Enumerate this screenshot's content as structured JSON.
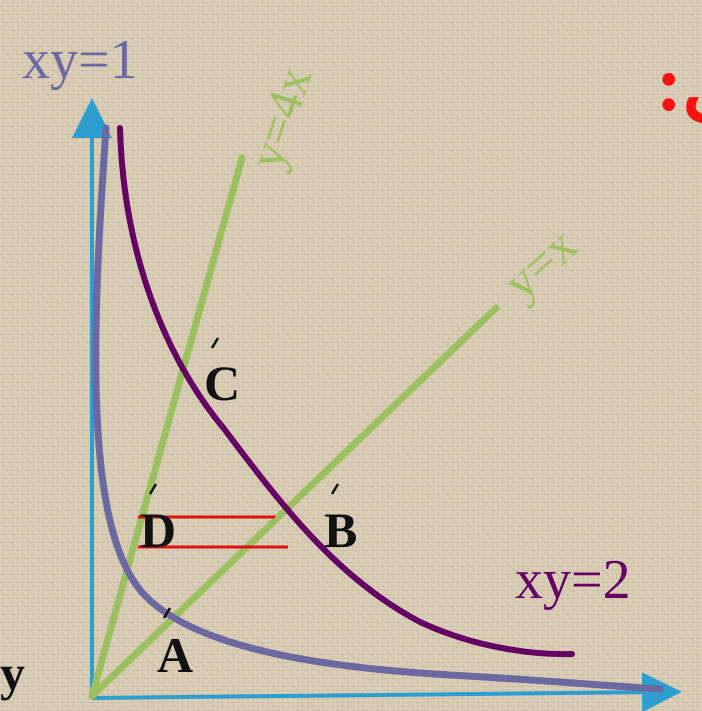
{
  "title": "حل:",
  "curves": {
    "xy1": "xy=1",
    "xy2": "xy=2",
    "y4x": "y=4x",
    "yx": "y=x"
  },
  "points": {
    "A": "A",
    "B": "B",
    "C": "C",
    "D": "D"
  },
  "axis": {
    "y_label": "y"
  },
  "colors": {
    "title": "#ff1010",
    "xy1_curve": "#6c68a0",
    "xy2_curve": "#640064",
    "lines": "#9cbf60",
    "axes": "#2e9ed0",
    "segment": "#e01010",
    "point_labels": "#111111"
  }
}
